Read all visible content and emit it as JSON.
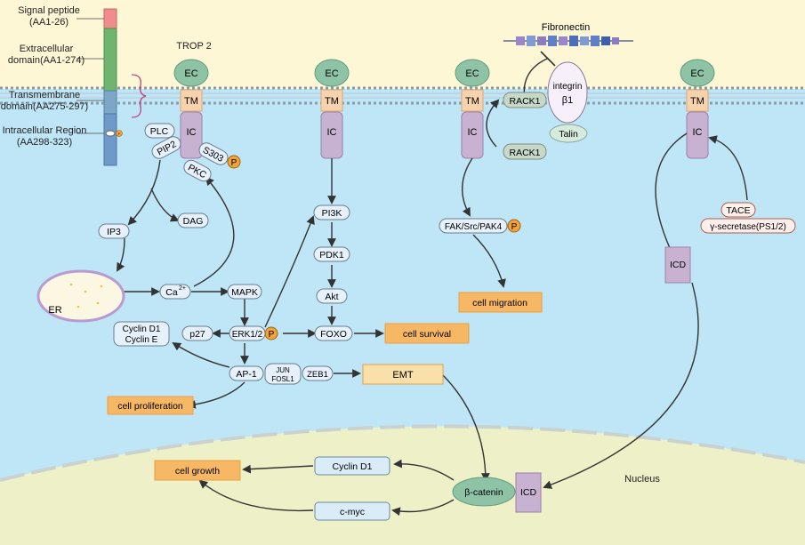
{
  "domain_labels": {
    "signal_peptide": [
      "Signal peptide",
      "(AA1-26)"
    ],
    "extracellular": [
      "Extracellular",
      "domain(AA1-274)"
    ],
    "transmembrane": [
      "Transmembrane",
      "domain(AA275-297)"
    ],
    "intracellular": [
      "Intracellular Region",
      "(AA298-323)"
    ],
    "phospho_tiny": "P"
  },
  "trop2_label": "TROP 2",
  "receptor": {
    "ec": "EC",
    "tm": "TM",
    "ic": "IC"
  },
  "col1": {
    "plc": "PLC",
    "pip2": "PIP2",
    "s303": "S303",
    "pkc": "PKC",
    "ip3": "IP3",
    "dag": "DAG",
    "er": "ER",
    "ca": "Ca",
    "ca_sup": "2+",
    "mapk": "MAPK",
    "erk": "ERK1/2",
    "p27": "p27",
    "cyclin_d1": "Cyclin D1",
    "cyclin_e": "Cyclin E",
    "ap1": "AP-1",
    "jun": "JUN",
    "fosl1": "FOSL1",
    "zeb1": "ZEB1",
    "emt": "EMT",
    "cell_proliferation": "cell proliferation"
  },
  "col2": {
    "pi3k": "PI3K",
    "pdk1": "PDK1",
    "akt": "Akt",
    "foxo": "FOXO",
    "cell_survival": "cell survival"
  },
  "col3": {
    "fibronectin": "Fibronectin",
    "rack1_top": "RACK1",
    "rack1_bottom": "RACK1",
    "integrin": "integrin",
    "beta1": "β1",
    "talin": "Talin",
    "fak": "FAK/Src/PAK4",
    "cell_migration": "cell migration"
  },
  "col4": {
    "tace": "TACE",
    "gamma_secretase": "γ-secretase(PS1/2)",
    "icd": "ICD"
  },
  "nucleus": {
    "label": "Nucleus",
    "beta_catenin": "β-catenin",
    "icd": "ICD",
    "cyclin_d1": "Cyclin D1",
    "cmyc": "c-myc",
    "cell_growth": "cell growth"
  },
  "phospho": "P",
  "colors": {
    "extracellular_bg": "#fdf7d6",
    "cytoplasm_bg": "#bfe6f7",
    "nucleus_bg": "#eef1c8",
    "membrane": "#7f8f9b",
    "ec_node": "#8ec3a6",
    "tm_node": "#f6d2ad",
    "ic_node": "#c8b2d1",
    "outcome_fill": "#f7b866",
    "outcome_border": "#e8a040",
    "phospho_fill": "#f2a33a",
    "signal_peptide": "#f08c8c",
    "extracellular_domain": "#6fb56f",
    "transmembrane_domain": "#7ea6c6",
    "intracellular_domain": "#6e99c9",
    "arrow": "#333333",
    "brace": "#c0407a"
  }
}
